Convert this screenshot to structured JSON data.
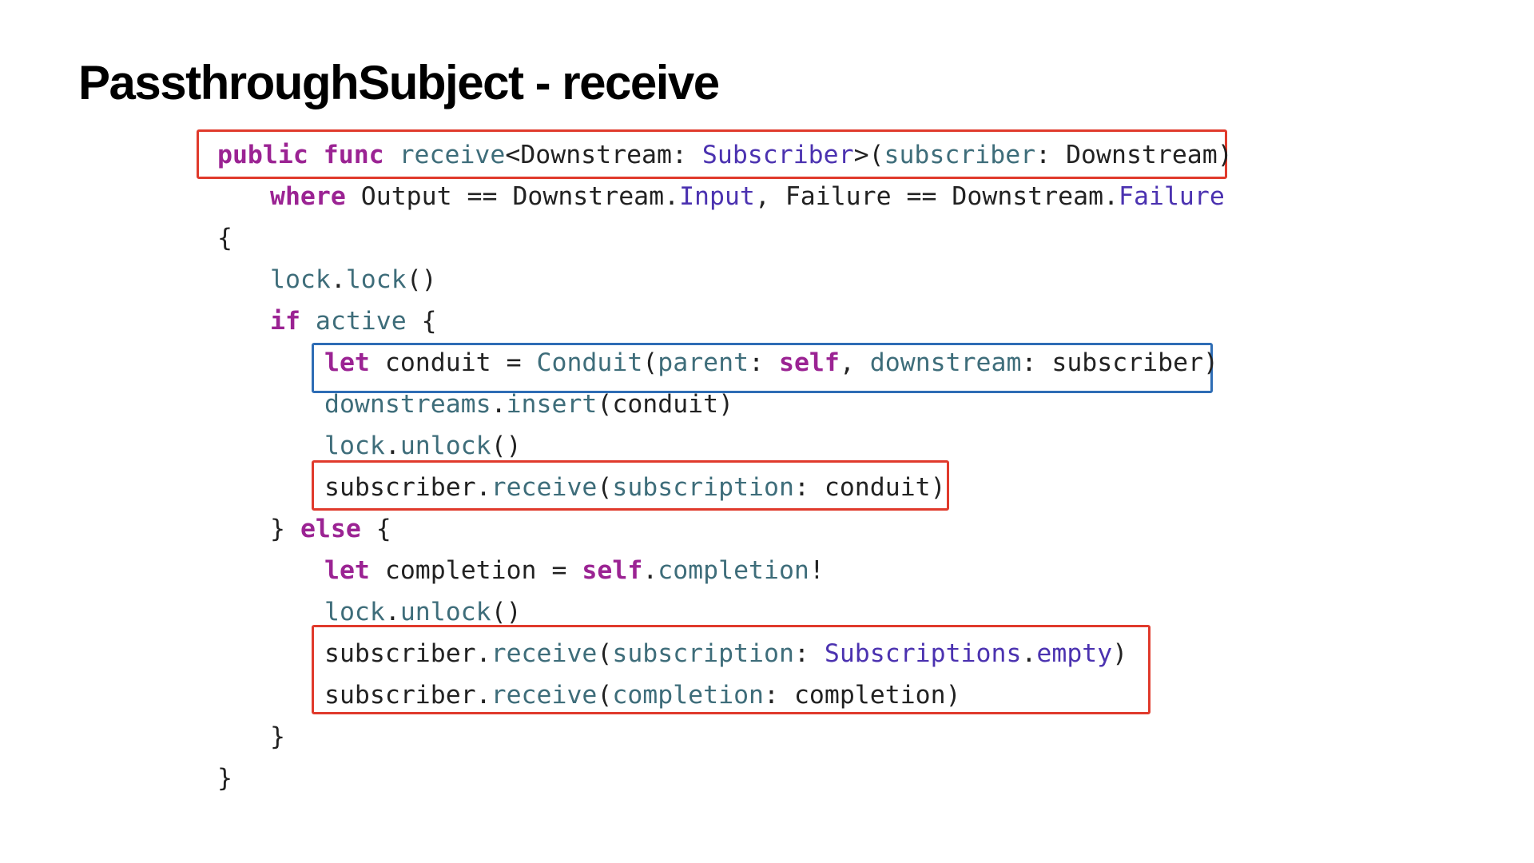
{
  "slide": {
    "title": "PassthroughSubject - receive"
  },
  "code": {
    "l1": {
      "kw_public": "public",
      "kw_func": "func",
      "fn_receive": "receive",
      "generic_open": "<Downstream: ",
      "ty_subscriber": "Subscriber",
      "generic_close": ">(",
      "param_subscriber": "subscriber",
      "param_rest": ": Downstream)"
    },
    "l2": {
      "kw_where": "where",
      "t1": " Output == Downstream.",
      "ty_input": "Input",
      "t2": ", Failure == Downstream.",
      "ty_failure": "Failure"
    },
    "l3": {
      "brace": "{"
    },
    "l4": {
      "fn_lock": "lock",
      "dot": ".",
      "fn_lock2": "lock",
      "parens": "()"
    },
    "l5": {
      "kw_if": "if",
      "fn_active": "active",
      "brace": " {"
    },
    "l6": {
      "kw_let": "let",
      "t1": " conduit = ",
      "fn_conduit": "Conduit",
      "p1": "(",
      "param_parent": "parent",
      "colon1": ": ",
      "kw_self": "self",
      "comma": ", ",
      "param_downstream": "downstream",
      "rest": ": subscriber)"
    },
    "l7": {
      "fn_downstreams": "downstreams",
      "dot": ".",
      "fn_insert": "insert",
      "rest": "(conduit)"
    },
    "l8": {
      "fn_lock": "lock",
      "dot": ".",
      "fn_unlock": "unlock",
      "parens": "()"
    },
    "l9": {
      "t_subscriber": "subscriber.",
      "fn_receive": "receive",
      "p1": "(",
      "param_subscription": "subscription",
      "rest": ": conduit)"
    },
    "l10": {
      "brace_close": "} ",
      "kw_else": "else",
      "brace_open": " {"
    },
    "l11": {
      "kw_let": "let",
      "t1": " completion = ",
      "kw_self": "self",
      "dot": ".",
      "fn_completion": "completion",
      "bang": "!"
    },
    "l12": {
      "fn_lock": "lock",
      "dot": ".",
      "fn_unlock": "unlock",
      "parens": "()"
    },
    "l13": {
      "t_subscriber": "subscriber.",
      "fn_receive": "receive",
      "p1": "(",
      "param_subscription": "subscription",
      "colon": ": ",
      "ty_subscriptions": "Subscriptions",
      "dot": ".",
      "fn_empty": "empty",
      "close": ")"
    },
    "l14": {
      "t_subscriber": "subscriber.",
      "fn_receive": "receive",
      "p1": "(",
      "param_completion": "completion",
      "rest": ": completion)"
    },
    "l15": {
      "brace": "}"
    },
    "l16": {
      "brace": "}"
    }
  },
  "colors": {
    "keyword": "#9b2393",
    "function": "#3e6d7a",
    "type": "#4b32b0",
    "highlight_red": "#e03a2c",
    "highlight_blue": "#2e6db5"
  }
}
